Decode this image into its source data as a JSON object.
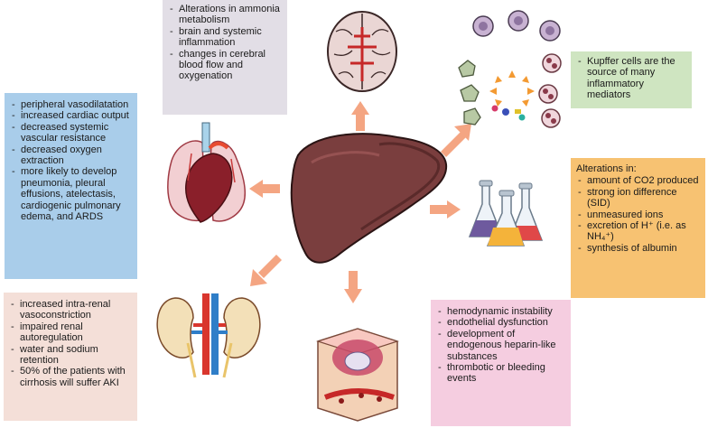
{
  "brain_box": {
    "items": [
      "Alterations in ammonia metabolism",
      "brain and systemic inflammation",
      "changes in cerebral blood flow and oxygenation"
    ],
    "color": "#e2dee6"
  },
  "kupffer_box": {
    "items": [
      "Kupffer cells are the source of many inflammatory mediators"
    ],
    "color": "#cfe5c1"
  },
  "heart_box": {
    "items": [
      "peripheral vasodilatation",
      "increased cardiac output",
      "decreased systemic vascular resistance",
      "decreased oxygen extraction",
      "more likely to develop pneumonia, pleural effusions, atelectasis, cardiogenic pulmonary edema, and ARDS"
    ],
    "color": "#a9cdea"
  },
  "acid_box": {
    "title": "Alterations in:",
    "items": [
      "amount of CO2 produced",
      "strong ion difference (SID)",
      "unmeasured ions",
      "excretion of H⁺ (i.e. as NH₄⁺)",
      "synthesis of albumin"
    ],
    "color": "#f7c272"
  },
  "kidney_box": {
    "items": [
      "increased intra-renal vasoconstriction",
      "impaired renal autoregulation",
      "water and sodium retention",
      "50% of the patients with cirrhosis will suffer AKI"
    ],
    "color": "#f4dfd8"
  },
  "coag_box": {
    "items": [
      "hemodynamic instability",
      "endothelial dysfunction",
      "development of endogenous heparin-like substances",
      "thrombotic or bleeding events"
    ],
    "color": "#f5cde0"
  },
  "icons": [
    "liver-icon",
    "brain-icon",
    "kupffer-cells-icon",
    "heart-lungs-icon",
    "flasks-icon",
    "kidneys-icon",
    "skin-vessel-icon"
  ],
  "arrow_color": "#f4a582"
}
